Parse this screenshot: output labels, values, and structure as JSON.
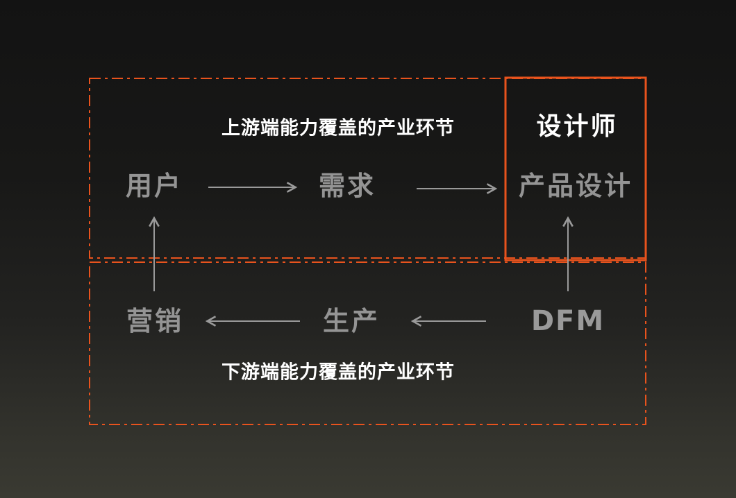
{
  "colors": {
    "accent_orange": "#E8531D",
    "node_gray": "#949494",
    "arrow_gray": "#9A9A9A",
    "label_white": "#FFFFFF"
  },
  "diagram": {
    "upstream_region": {
      "label": "上游端能力覆盖的产业环节"
    },
    "downstream_region": {
      "label": "下游端能力覆盖的产业环节"
    },
    "designer_box": {
      "title": "设计师"
    },
    "nodes": {
      "user": "用户",
      "demand": "需求",
      "product_design": "产品设计",
      "marketing": "营销",
      "production": "生产",
      "dfm": "DFM"
    },
    "flows": [
      {
        "from": "用户",
        "to": "需求"
      },
      {
        "from": "需求",
        "to": "产品设计"
      },
      {
        "from": "DFM",
        "to": "产品设计"
      },
      {
        "from": "DFM",
        "to": "生产"
      },
      {
        "from": "生产",
        "to": "营销"
      },
      {
        "from": "营销",
        "to": "用户"
      }
    ]
  }
}
